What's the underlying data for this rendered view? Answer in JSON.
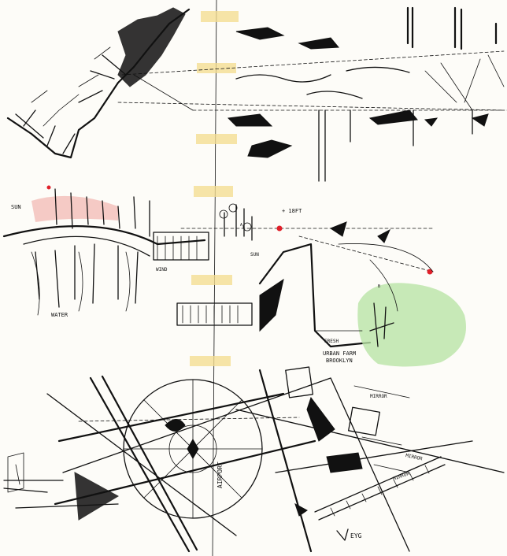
{
  "labels": {
    "sun": "SUN",
    "wind": "WIND",
    "height": "+ 18FT",
    "water": "WATER",
    "sun_mid": "SUN",
    "fresh": "FRESH",
    "farm_line1": "URBAN FARM",
    "farm_line2": "BROOKLYN",
    "marker_a": "A",
    "marker_b": "B",
    "mirror_1": "MIRROR",
    "mirror_2": "MIRROR",
    "mirror_3": "MIRROR",
    "airport": "AIRPORT",
    "signature": "EYG"
  },
  "colors": {
    "ink": "#111111",
    "tape": "#f3dd8f",
    "red_accent": "#e0202a",
    "green_wash": "#b9e3a6",
    "pink_wash": "#f2b9b4",
    "paper": "#fdfcf8"
  }
}
